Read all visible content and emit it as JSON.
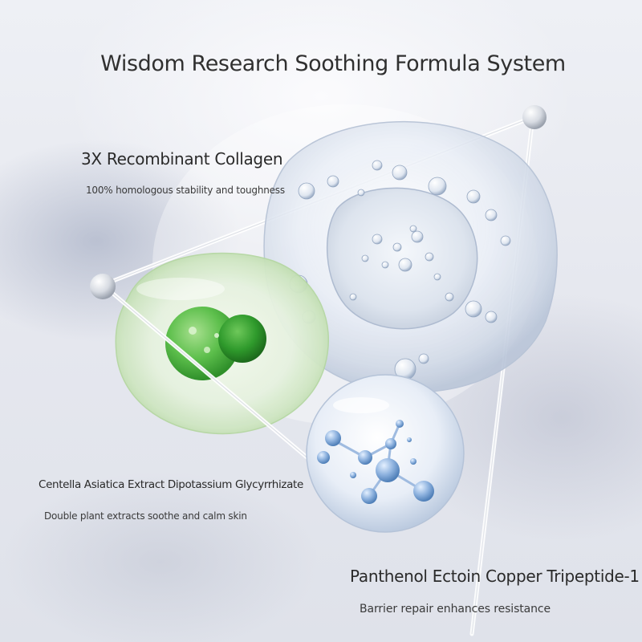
{
  "title": "Wisdom Research Soothing Formula System",
  "ingredients": [
    {
      "name": "3X Recombinant Collagen",
      "description": "100% homologous stability and toughness"
    },
    {
      "name": "Centella Asiatica Extract Dipotassium Glycyrrhizate",
      "description": "Double plant extracts soothe and calm skin"
    },
    {
      "name": "Panthenol Ectoin Copper Tripeptide-1",
      "description": "Barrier repair enhances resistance"
    }
  ],
  "colors": {
    "text": "#2b2b2b",
    "green_capsule": "#5dbf4c",
    "molecule_blue": "#7fa7d6"
  }
}
